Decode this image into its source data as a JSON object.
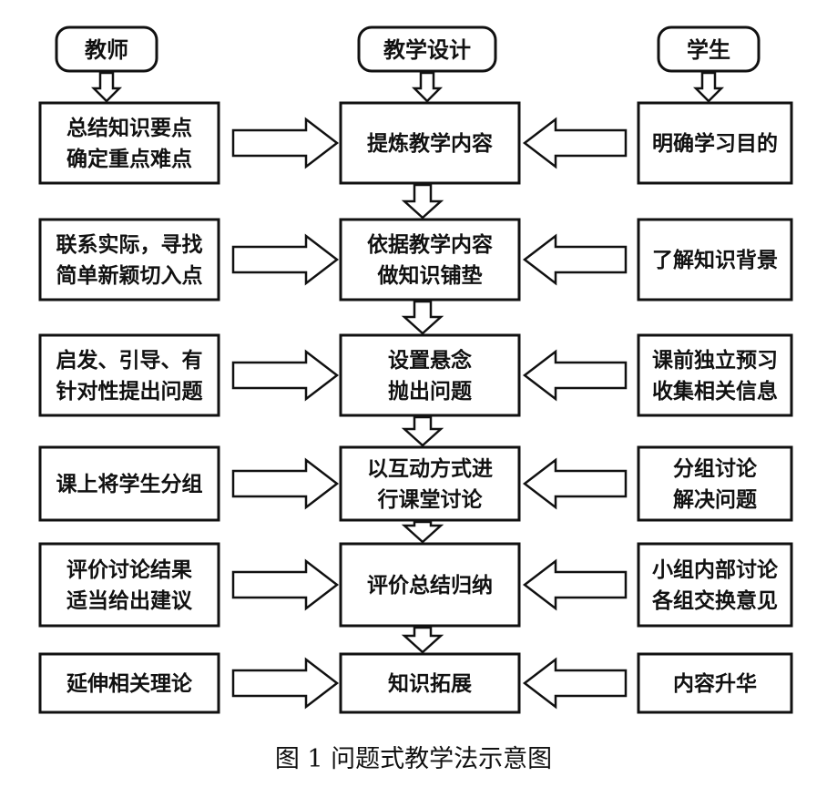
{
  "headers": {
    "teacher": "教师",
    "design": "教学设计",
    "student": "学生"
  },
  "teacher_steps": [
    [
      "总结知识要点",
      "确定重点难点"
    ],
    [
      "联系实际，寻找",
      "简单新颖切入点"
    ],
    [
      "启发、引导、有",
      "针对性提出问题"
    ],
    [
      "课上将学生分组"
    ],
    [
      "评价讨论结果",
      "适当给出建议"
    ],
    [
      "延伸相关理论"
    ]
  ],
  "design_steps": [
    [
      "提炼教学内容"
    ],
    [
      "依据教学内容",
      "做知识铺垫"
    ],
    [
      "设置悬念",
      "抛出问题"
    ],
    [
      "以互动方式进",
      "行课堂讨论"
    ],
    [
      "评价总结归纳"
    ],
    [
      "知识拓展"
    ]
  ],
  "student_steps": [
    [
      "明确学习目的"
    ],
    [
      "了解知识背景"
    ],
    [
      "课前独立预习",
      "收集相关信息"
    ],
    [
      "分组讨论",
      "解决问题"
    ],
    [
      "小组内部讨论",
      "各组交换意见"
    ],
    [
      "内容升华"
    ]
  ],
  "caption": "图 1  问题式教学法示意图"
}
